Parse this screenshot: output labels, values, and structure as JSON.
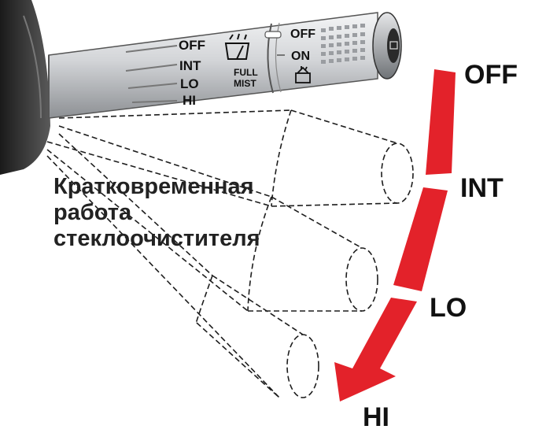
{
  "lever": {
    "left_marks": [
      "OFF",
      "INT",
      "LO",
      "HI"
    ],
    "right_marks": [
      "OFF",
      "ON"
    ],
    "mist_label_1": "FULL",
    "mist_label_2": "MIST"
  },
  "positions": [
    "OFF",
    "INT",
    "LO",
    "HI"
  ],
  "caption_lines": [
    "Кратковременная",
    "работа",
    "стеклоочистителя"
  ],
  "colors": {
    "arrow": "#e3222a",
    "lever": "#d9dbdd",
    "ink": "#111111"
  }
}
